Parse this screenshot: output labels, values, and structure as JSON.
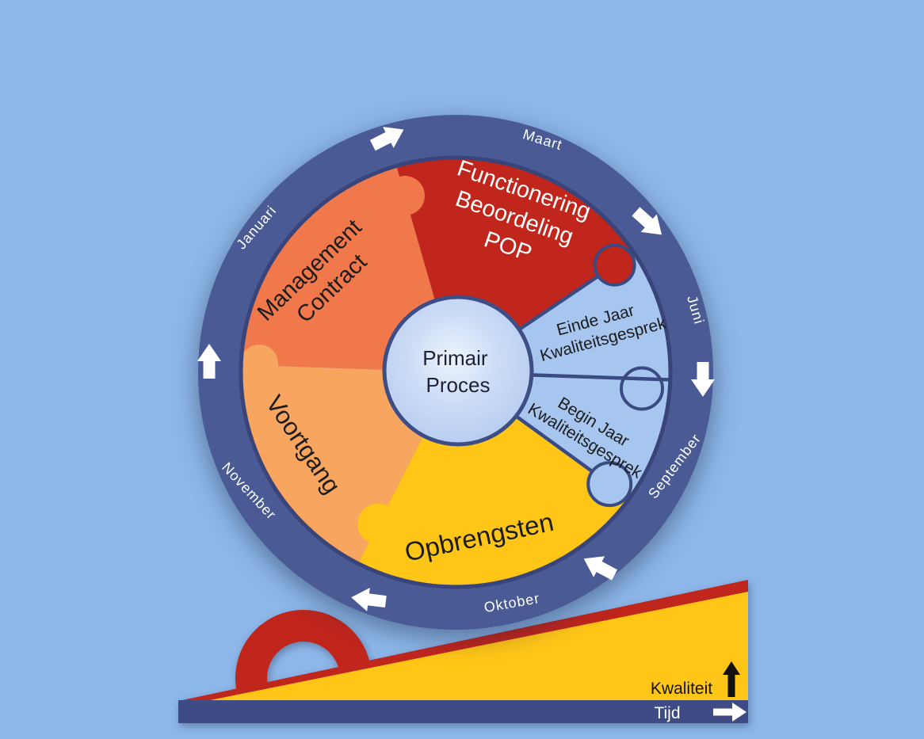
{
  "palette": {
    "background": "#8db7e9",
    "ring": "#4a5a94",
    "ring_edge": "#38447a",
    "outline": "#3a4a82",
    "red": "#c1261c",
    "orange_dark": "#f0784b",
    "orange_light": "#f8a55f",
    "yellow": "#ffc617",
    "blue_piece": "#a6c5ef",
    "bar": "#3e4b85",
    "text_dark": "#1c1c1c",
    "text_white": "#ffffff"
  },
  "wheel": {
    "hub_lines": [
      "Primair",
      "Proces"
    ],
    "segments": [
      {
        "name": "functionering-beoordeling-pop",
        "lines": [
          "Functionering",
          "Beoordeling",
          "POP"
        ],
        "color": "#c1261c"
      },
      {
        "name": "einde-jaar-kwaliteitsgesprek",
        "lines": [
          "Einde Jaar",
          "Kwaliteitsgesprek"
        ],
        "color": "#a6c5ef"
      },
      {
        "name": "begin-jaar-kwaliteitsgesprek",
        "lines": [
          "Begin Jaar",
          "Kwaliteitsgesprek"
        ],
        "color": "#a6c5ef"
      },
      {
        "name": "opbrengsten",
        "lines": [
          "Opbrengsten"
        ],
        "color": "#ffc617"
      },
      {
        "name": "voortgang",
        "lines": [
          "Voortgang"
        ],
        "color": "#f8a55f"
      },
      {
        "name": "management-contract",
        "lines": [
          "Management",
          "Contract"
        ],
        "color": "#f0784b"
      }
    ],
    "months": [
      "Maart",
      "Juni",
      "September",
      "Oktober",
      "November",
      "Januari"
    ]
  },
  "axes": {
    "quality_label": "Kwaliteit",
    "time_label": "Tijd"
  }
}
